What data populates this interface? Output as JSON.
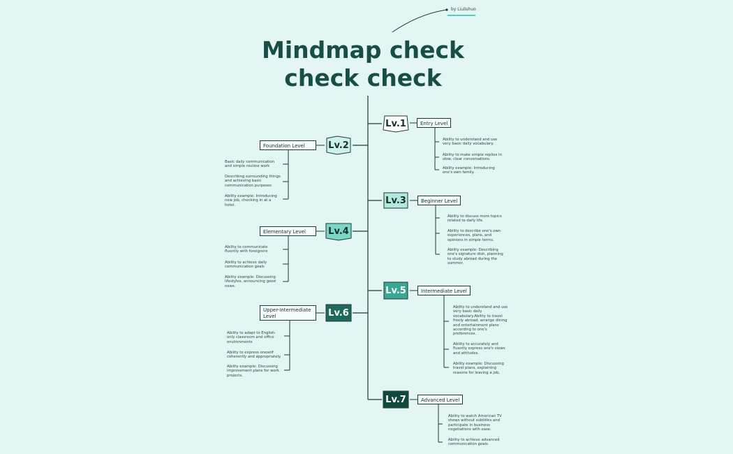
{
  "author": "by Liulishuo",
  "title_line1": "Mindmap check",
  "title_line2": "check check",
  "colors": {
    "background": "#e4f6f3",
    "line": "#1c3a36",
    "accent": "#49d1c1",
    "lv1": "#ffffff",
    "lv2": "#cdf1ea",
    "lv3": "#b1e9df",
    "lv4": "#7ad6c6",
    "lv5": "#3aa695",
    "lv6": "#1d6a5d",
    "lv7": "#11493f"
  },
  "levels": [
    {
      "badge": "Lv.1",
      "name": "Entry Level",
      "notes": [
        "Ability to understand and use very basic daily vocabulary.",
        "Ability to make simple replies in slow, clear conversations.",
        "Ability example: Introducing one's own family."
      ]
    },
    {
      "badge": "Lv.2",
      "name": "Foundation Level",
      "notes": [
        "Basic daily communication and simple routine work",
        "Describing surrounding things and achieving basic communication purposes",
        "Ability example: Introducing new job, checking in at a hotel."
      ]
    },
    {
      "badge": "Lv.3",
      "name": "Beginner Level",
      "notes": [
        "Ability to discuss more topics related to daily life.",
        "Ability to describe one's own experiences, plans, and opinions in simple terms.",
        "Ability example: Describing one's signature dish, planning to study abroad during the summer."
      ]
    },
    {
      "badge": "Lv.4",
      "name": "Elementary Level",
      "notes": [
        "Ability to communicate fluently with foreigners",
        "Ability to achieve daily communication goals",
        "Ability example: Discussing lifestyles, announcing good news."
      ]
    },
    {
      "badge": "Lv.5",
      "name": "Intermediate Level",
      "notes": [
        "Ability to understand and use very basic daily vocabulary.Ability to travel freely abroad, arrange dining and entertainment plans according to one's preferences.",
        "Ability to accurately and fluently express one's views and attitudes.",
        "Ability example: Discussing travel plans, explaining reasons for leaving a job."
      ]
    },
    {
      "badge": "Lv.6",
      "name": "Upper-Intermediate Level",
      "notes": [
        "Ability to adapt to English-only classroom and office environments",
        "Ability to express oneself coherently and appropriately.",
        "Ability example: Discussing improvement plans for work projects."
      ]
    },
    {
      "badge": "Lv.7",
      "name": "Advanced Level",
      "notes": [
        "Ability to watch American TV shows without subtitles and participate in business negotiations with ease.",
        "Ability to achieve advanced communication goals."
      ]
    }
  ]
}
